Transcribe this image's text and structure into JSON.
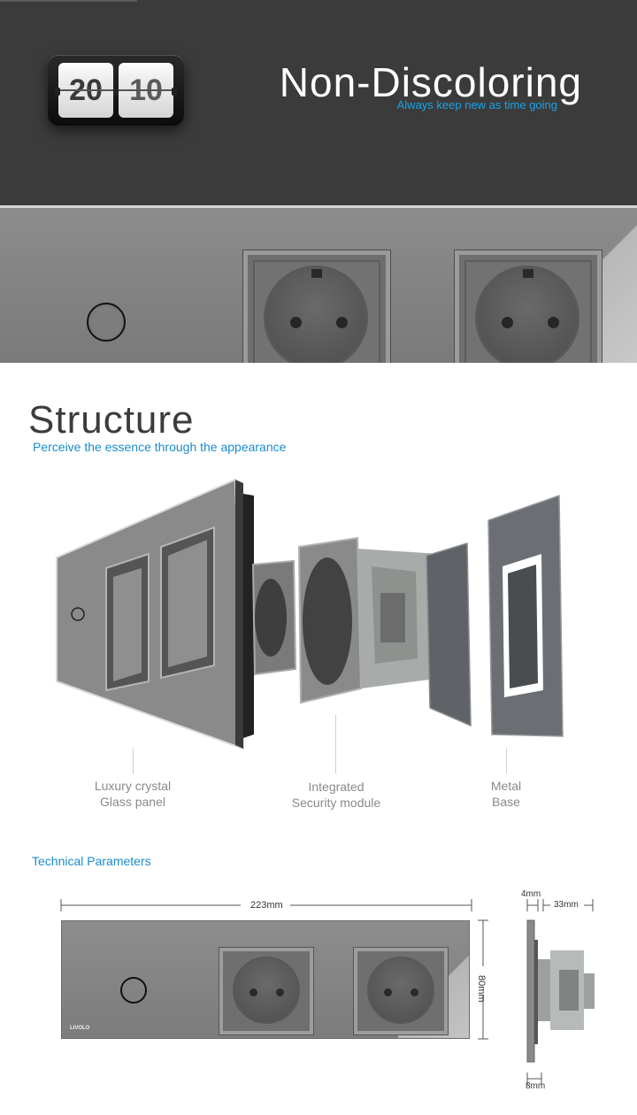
{
  "hero": {
    "clock_hours": "20",
    "clock_minutes": "10",
    "title": "Non-Discoloring",
    "subtitle": "Always keep new as time going"
  },
  "structure": {
    "title": "Structure",
    "subtitle": "Perceive the essence  through the appearance",
    "callouts": [
      {
        "line1": "Luxury crystal",
        "line2": "Glass panel"
      },
      {
        "line1": "Integrated",
        "line2": "Security module"
      },
      {
        "line1": "Metal",
        "line2": "Base"
      }
    ]
  },
  "technical": {
    "title": "Technical Parameters",
    "width": "223mm",
    "height": "80mm",
    "glass_thickness": "4mm",
    "depth": "33mm",
    "base_thickness": "8mm",
    "brand_mark": "LIVOLO"
  },
  "colors": {
    "hero_bg": "#3b3b3b",
    "accent_blue": "#1aa3e8",
    "panel_grey": "#808080"
  }
}
